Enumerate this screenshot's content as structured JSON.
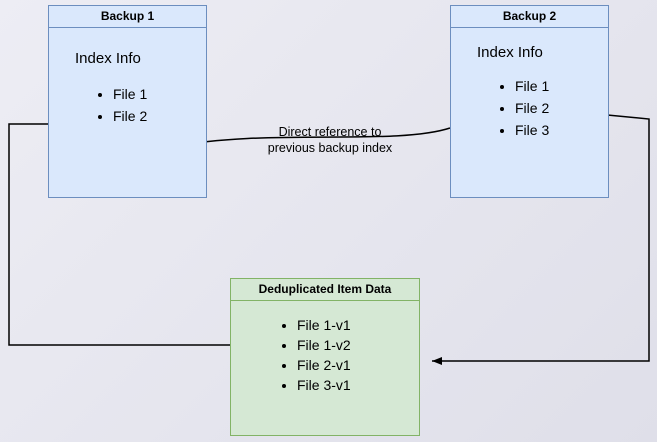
{
  "diagram": {
    "backup1": {
      "title": "Backup 1",
      "index_label": "Index Info",
      "files": [
        "File 1",
        "File 2"
      ]
    },
    "backup2": {
      "title": "Backup 2",
      "index_label": "Index Info",
      "files": [
        "File 1",
        "File 2",
        "File 3"
      ]
    },
    "dedup": {
      "title": "Deduplicated Item Data",
      "files": [
        "File 1-v1",
        "File 1-v2",
        "File 2-v1",
        "File 3-v1"
      ]
    },
    "annotation": {
      "line1": "Direct reference to",
      "line2": "previous backup index"
    },
    "colors": {
      "background_start": "#ededf4",
      "background_end": "#dfdfe9",
      "node_blue_fill": "#dae8fc",
      "node_blue_border": "#6c8ebf",
      "node_green_fill": "#d5e8d4",
      "node_green_border": "#82b366",
      "arrow_color": "#000000",
      "text_color": "#000000"
    }
  }
}
